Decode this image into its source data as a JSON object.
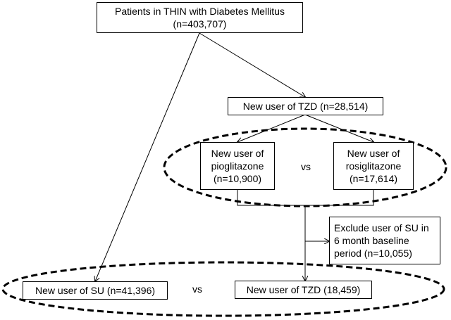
{
  "boxes": {
    "patients": {
      "line1": "Patients in THIN with Diabetes Mellitus",
      "line2": "(n=403,707)"
    },
    "new_tzd": {
      "text": "New user of TZD (n=28,514)"
    },
    "pioglitazone": {
      "line1": "New user of",
      "line2": "pioglitazone",
      "line3": "(n=10,900)"
    },
    "rosiglitazone": {
      "line1": "New user of",
      "line2": "rosiglitazone",
      "line3": "(n=17,614)"
    },
    "exclude": {
      "line1": "Exclude user of SU in",
      "line2": "6 month baseline",
      "line3": "period (n=10,055)"
    },
    "new_su": {
      "text": "New user of SU (n=41,396)"
    },
    "new_tzd_final": {
      "text": "New user of TZD (18,459)"
    }
  },
  "labels": {
    "vs_top": "vs",
    "vs_bottom": "vs"
  }
}
